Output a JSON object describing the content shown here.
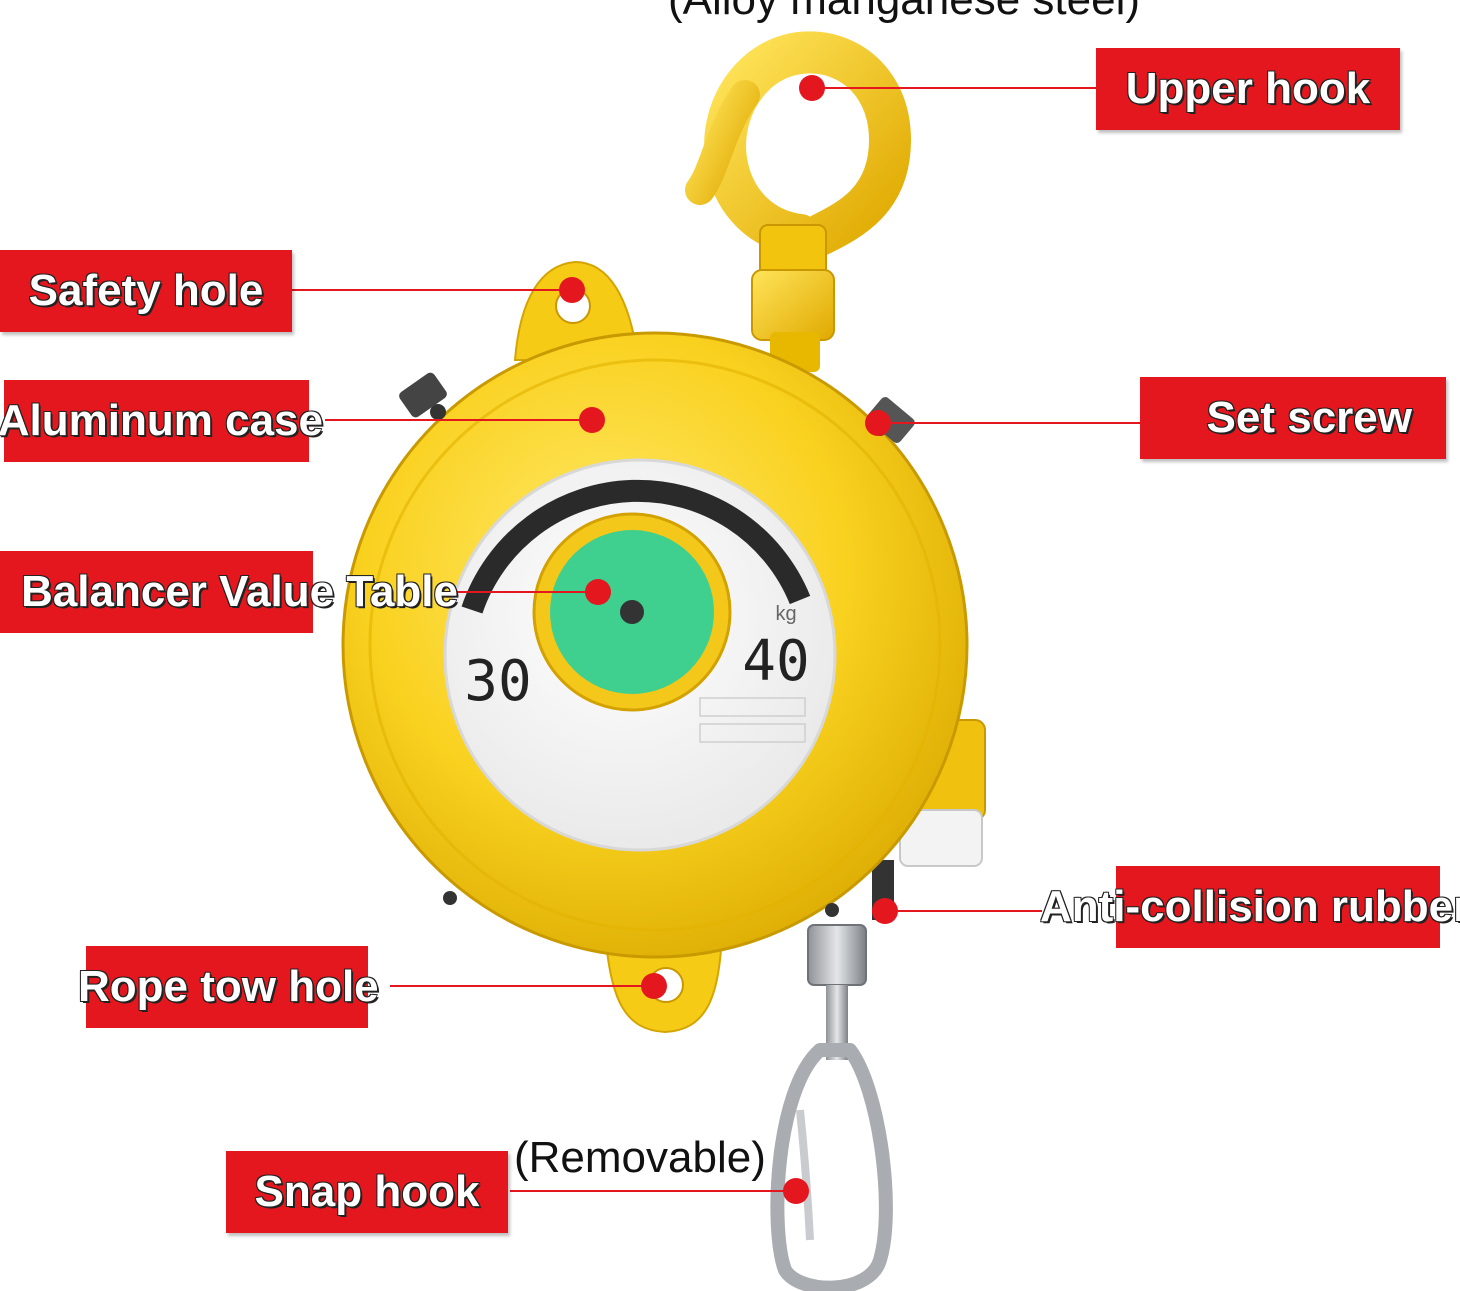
{
  "notes": {
    "material": "(Alloy manganese steel)",
    "removable": "(Removable)"
  },
  "labels": {
    "upper_hook": "Upper hook",
    "safety_hole": "Safety hole",
    "aluminum_case": "Aluminum case",
    "set_screw": "Set screw",
    "balancer_value_table": "Balancer Value Table",
    "anti_collision_rubber": "Anti-collision rubber",
    "rope_tow_hole": "Rope tow hole",
    "snap_hook": "Snap hook"
  },
  "dial": {
    "left_value": "30",
    "right_value": "40",
    "unit": "kg"
  },
  "colors": {
    "label_red": "#e3171d",
    "body_yellow": "#f9d11f",
    "hub_green": "#3fcf8e"
  }
}
